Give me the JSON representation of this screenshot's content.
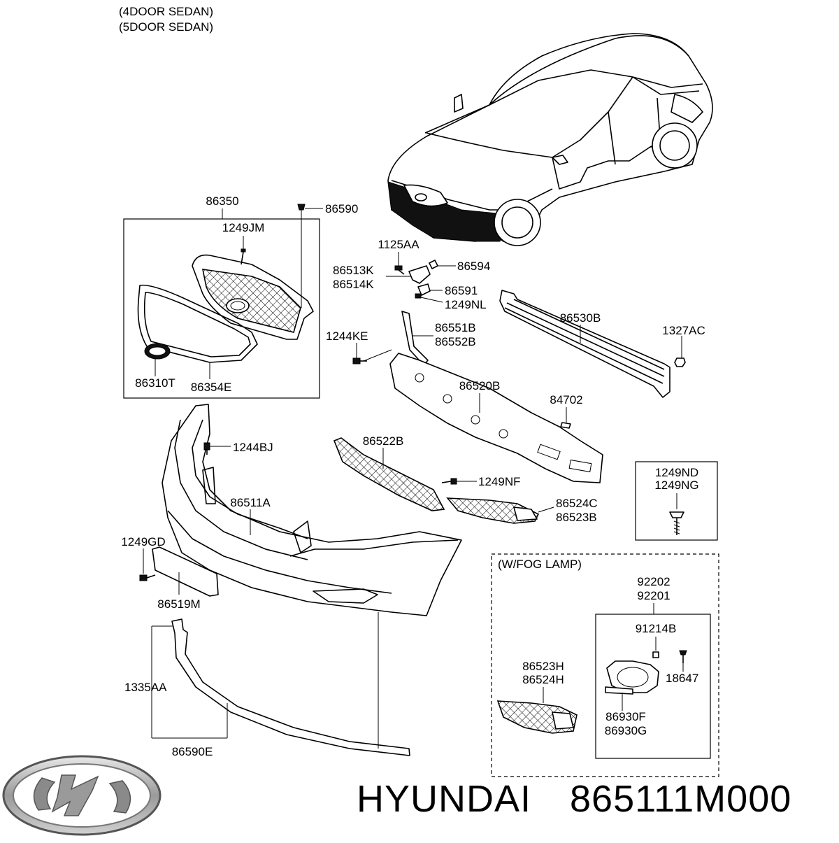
{
  "header": {
    "line1": "(4DOOR SEDAN)",
    "line2": "(5DOOR SEDAN)"
  },
  "labels": {
    "p86350": "86350",
    "p86590": "86590",
    "p1249JM": "1249JM",
    "p86310T": "86310T",
    "p86354E": "86354E",
    "p1125AA": "1125AA",
    "p86513K": "86513K",
    "p86514K": "86514K",
    "p86594": "86594",
    "p86591": "86591",
    "p1249NL": "1249NL",
    "p1244KE": "1244KE",
    "p86551B": "86551B",
    "p86552B": "86552B",
    "p86530B": "86530B",
    "p1327AC": "1327AC",
    "p86520B": "86520B",
    "p84702": "84702",
    "p1244BJ": "1244BJ",
    "p86522B": "86522B",
    "p1249NF": "1249NF",
    "p86511A": "86511A",
    "p86524C": "86524C",
    "p86523B": "86523B",
    "p1249ND": "1249ND",
    "p1249NG": "1249NG",
    "p1249GD": "1249GD",
    "p86519M": "86519M",
    "wfog": "(W/FOG LAMP)",
    "p92202": "92202",
    "p92201": "92201",
    "p91214B": "91214B",
    "p18647": "18647",
    "p86523H": "86523H",
    "p86524H": "86524H",
    "p86930F": "86930F",
    "p86930G": "86930G",
    "p1335AA": "1335AA",
    "p86590E": "86590E"
  },
  "footer": {
    "brand": "HYUNDAI",
    "part_number": "865111M000",
    "logo": "hyundai-logo"
  }
}
